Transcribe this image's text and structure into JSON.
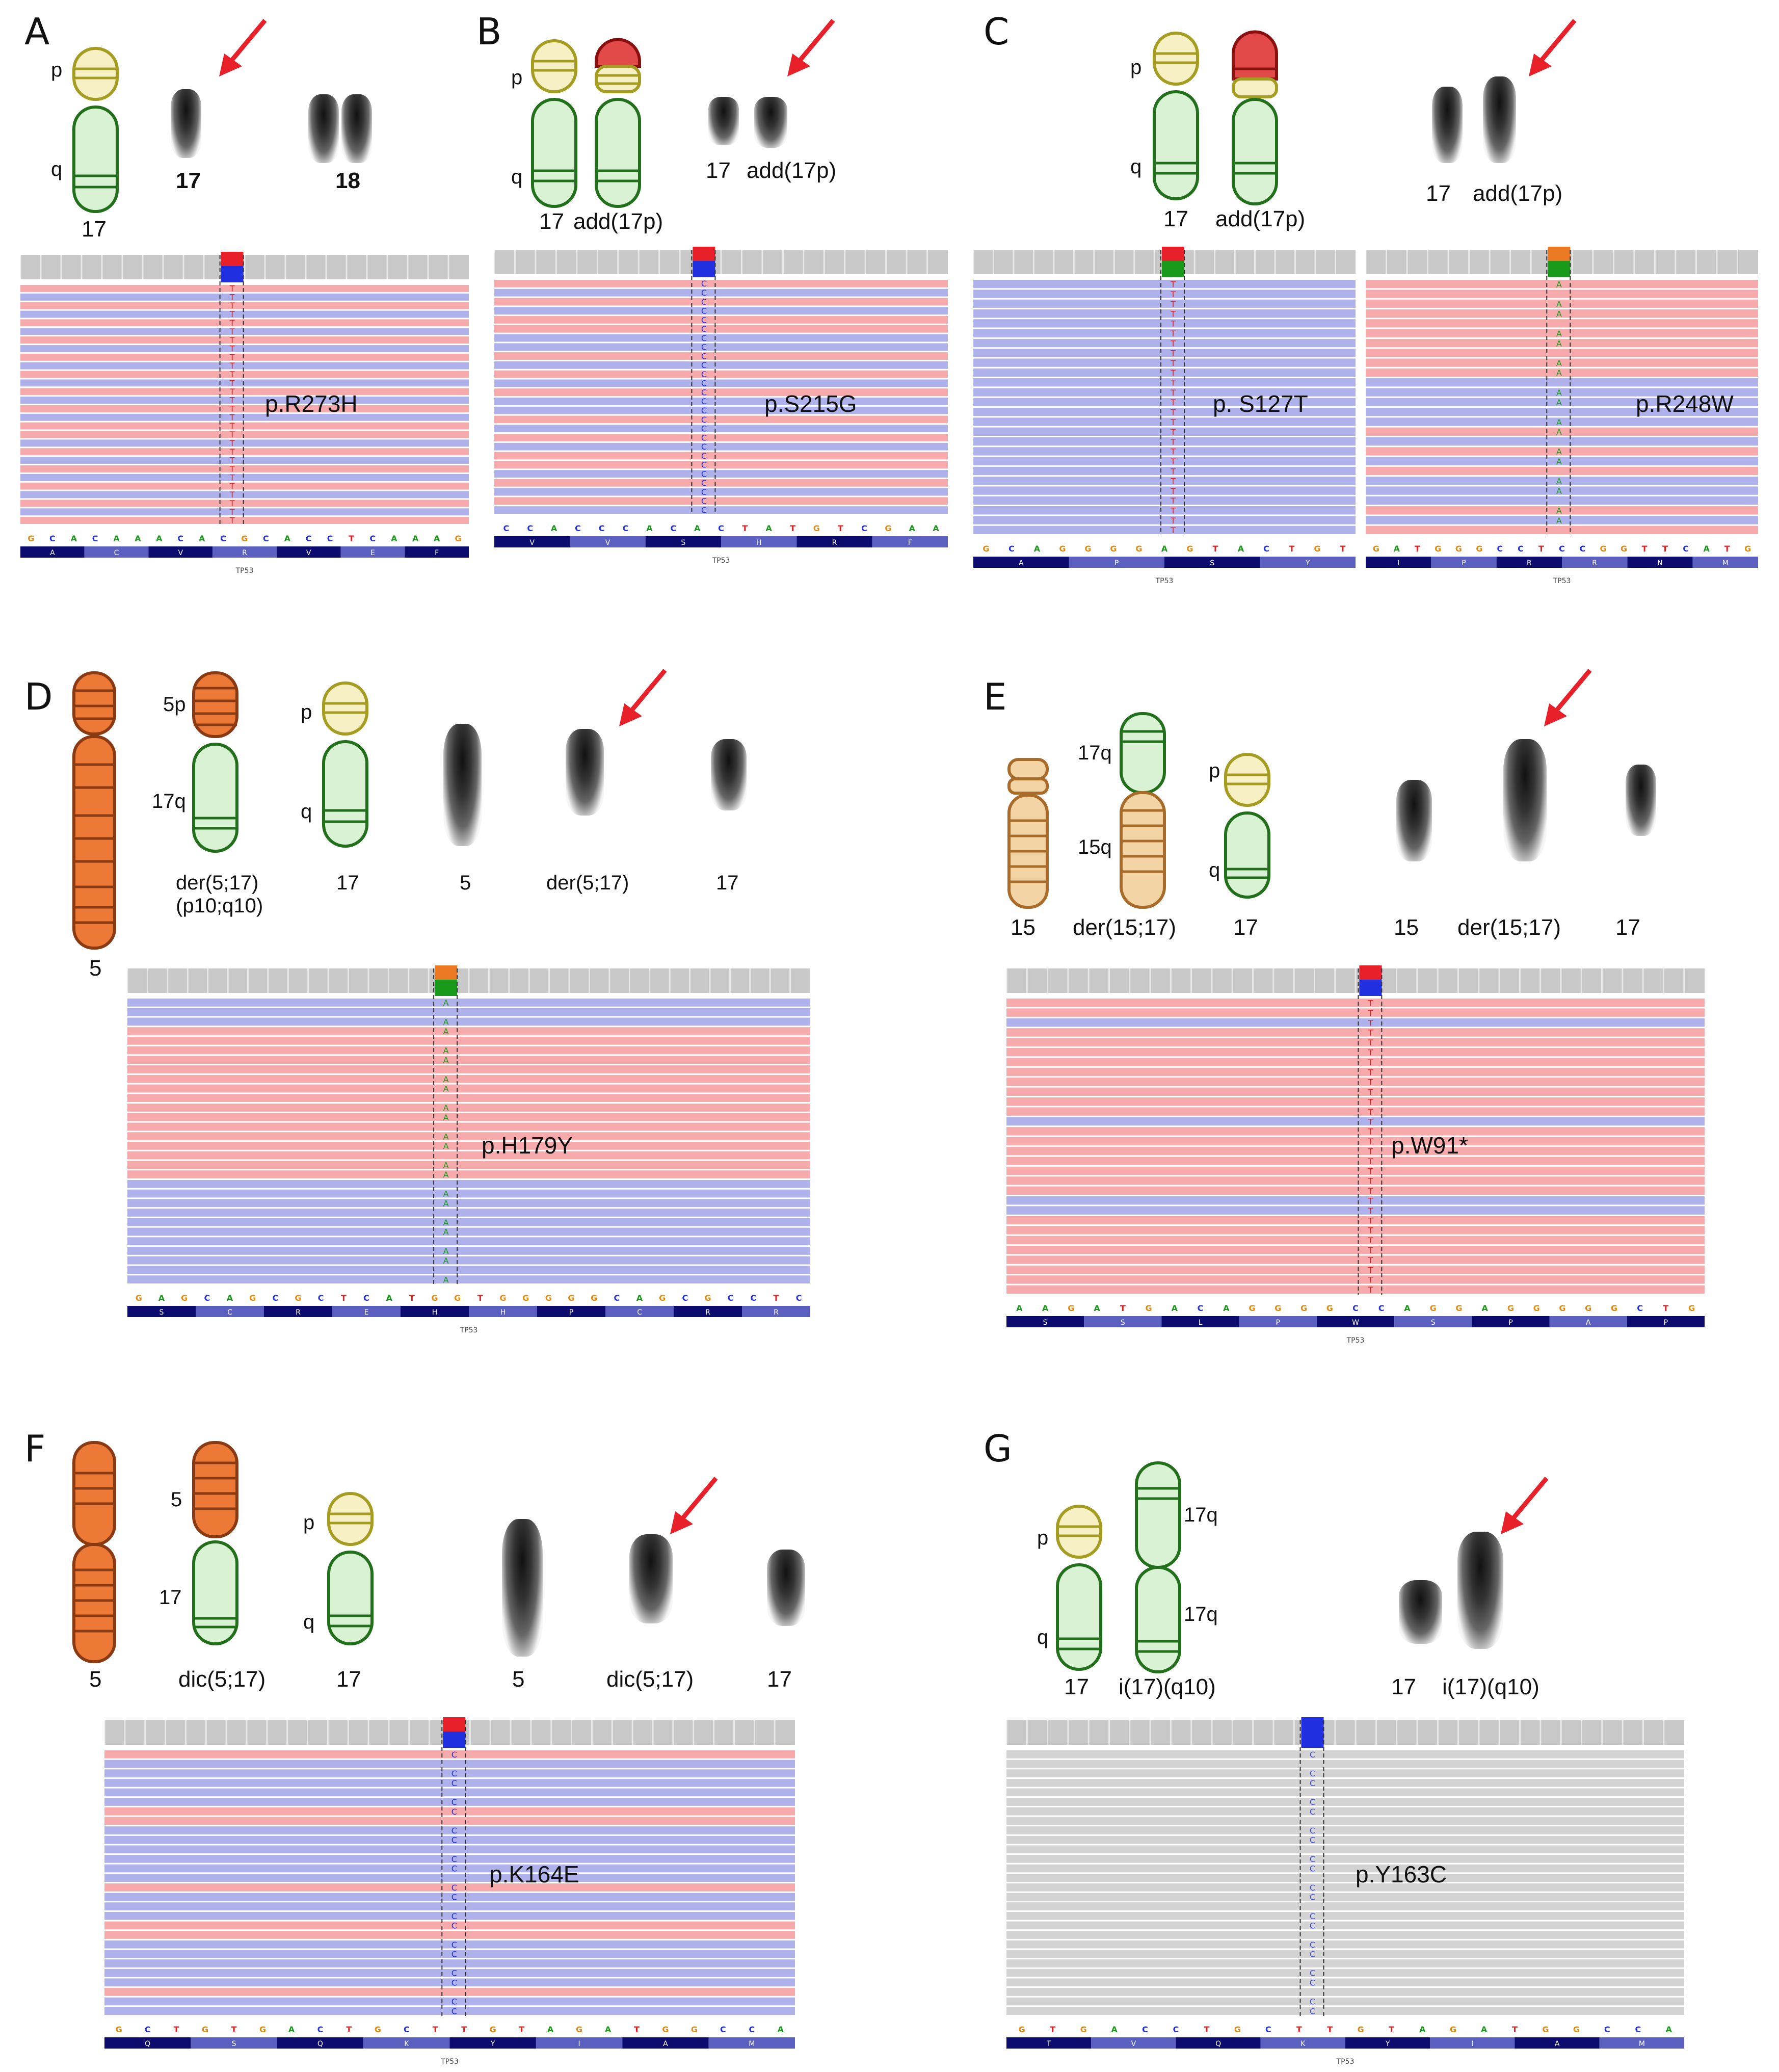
{
  "panels": {
    "A": {
      "label": "A",
      "arm_p": "p",
      "arm_q": "q",
      "ideo_label": "17",
      "photo_labels": [
        "17",
        "18"
      ],
      "mutation": "p.R273H",
      "sequence": "GCACAAACACGCACCTCAAAG",
      "protein": [
        "A",
        "C",
        "V",
        "R",
        "V",
        "E",
        "F"
      ],
      "gene": "TP53"
    },
    "B": {
      "label": "B",
      "arm_p": "p",
      "arm_q": "q",
      "ideo_labels": [
        "17",
        "add(17p)"
      ],
      "photo_labels": [
        "17",
        "add(17p)"
      ],
      "mutation": "p.S215G",
      "sequence": "CCACCCACACTATGTCGAA",
      "protein": [
        "V",
        "V",
        "S",
        "H",
        "R",
        "F"
      ],
      "gene": "TP53"
    },
    "C": {
      "label": "C",
      "arm_p": "p",
      "arm_q": "q",
      "ideo_labels": [
        "17",
        "add(17p)"
      ],
      "photo_labels": [
        "17",
        "add(17p)"
      ],
      "mutation1": "p. S127T",
      "mutation2": "p.R248W",
      "sequence1": "GCAGGGGAGTACTGT",
      "protein1": [
        "A",
        "P",
        "S",
        "Y"
      ],
      "sequence2": "GATGGGCCTCCGGTTCATG",
      "protein2": [
        "I",
        "P",
        "R",
        "R",
        "N",
        "M"
      ],
      "gene": "TP53"
    },
    "D": {
      "label": "D",
      "ideo_left": "5",
      "arm_5p": "5p",
      "arm_17q": "17q",
      "arm_p": "p",
      "arm_q": "q",
      "ideo_labels": [
        "der(5;17)",
        "(p10;q10)",
        "17"
      ],
      "photo_labels": [
        "5",
        "der(5;17)",
        "17"
      ],
      "mutation": "p.H179Y",
      "sequence": "GAGCAGCGCTCATGGTGGGGGCAGCGCCTC",
      "protein": [
        "S",
        "C",
        "R",
        "E",
        "H",
        "H",
        "P",
        "C",
        "R",
        "R"
      ],
      "gene": "TP53"
    },
    "E": {
      "label": "E",
      "arm_17q": "17q",
      "arm_15q": "15q",
      "arm_p": "p",
      "arm_q": "q",
      "ideo_labels": [
        "15",
        "der(15;17)",
        "17"
      ],
      "photo_labels": [
        "15",
        "der(15;17)",
        "17"
      ],
      "mutation": "p.W91*",
      "sequence": "AAGATGACAGGGGCCAGGAGGGGGCTG",
      "protein": [
        "S",
        "S",
        "L",
        "P",
        "W",
        "S",
        "P",
        "A",
        "P"
      ],
      "gene": "TP53"
    },
    "F": {
      "label": "F",
      "arm_5": "5",
      "arm_17": "17",
      "arm_p": "p",
      "arm_q": "q",
      "ideo_labels": [
        "5",
        "dic(5;17)",
        "17"
      ],
      "photo_labels": [
        "5",
        "dic(5;17)",
        "17"
      ],
      "mutation": "p.K164E",
      "sequence": "GCTGTGACTGCTTGTAGATGGCCA",
      "protein": [
        "Q",
        "S",
        "Q",
        "K",
        "Y",
        "I",
        "A",
        "M"
      ],
      "gene": "TP53"
    },
    "G": {
      "label": "G",
      "arm_p": "p",
      "arm_q": "q",
      "arm_17q_a": "17q",
      "arm_17q_b": "17q",
      "ideo_labels": [
        "17",
        "i(17)(q10)"
      ],
      "photo_labels": [
        "17",
        "i(17)(q10)"
      ],
      "mutation": "p.Y163C",
      "sequence": "GTGACCTGCTTGTAGATGGCCA",
      "protein": [
        "T",
        "V",
        "Q",
        "K",
        "Y",
        "I",
        "A",
        "M"
      ],
      "gene": "TP53"
    }
  },
  "colors": {
    "red_arrow": "#e8202a",
    "read_pink": "#f6aaab",
    "read_blue": "#aeb1ea",
    "p_arm": "#f6f0c4",
    "p_stroke": "#a59c22",
    "q_arm": "#d9f2d4",
    "q_stroke": "#22701c",
    "orange": "#ec7a36",
    "orange_stroke": "#8a3a13",
    "tan": "#f3d4a4",
    "tan_stroke": "#a86b2a",
    "add_red": "#e24a4a"
  }
}
